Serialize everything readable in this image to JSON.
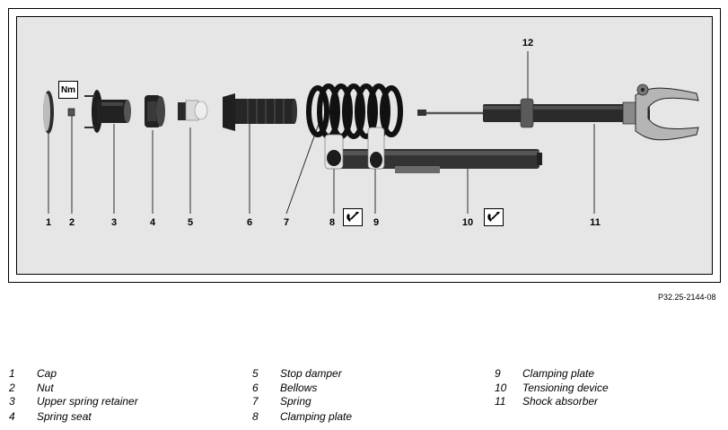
{
  "figure": {
    "callouts": [
      "1",
      "2",
      "3",
      "4",
      "5",
      "6",
      "7",
      "8",
      "9",
      "10",
      "11",
      "12"
    ],
    "torque_symbol": "Nm",
    "reference": "P32.25-2144-08"
  },
  "legend": [
    {
      "num": "1",
      "label": "Cap"
    },
    {
      "num": "2",
      "label": "Nut"
    },
    {
      "num": "3",
      "label": "Upper spring retainer"
    },
    {
      "num": "4",
      "label": "Spring seat"
    },
    {
      "num": "5",
      "label": "Stop damper"
    },
    {
      "num": "6",
      "label": "Bellows"
    },
    {
      "num": "7",
      "label": "Spring"
    },
    {
      "num": "8",
      "label": "Clamping plate"
    },
    {
      "num": "9",
      "label": "Clamping plate"
    },
    {
      "num": "10",
      "label": "Tensioning device"
    },
    {
      "num": "11",
      "label": "Shock absorber"
    }
  ],
  "icons": {
    "torque": "torque-icon",
    "special_tool": "special-tool-icon"
  }
}
